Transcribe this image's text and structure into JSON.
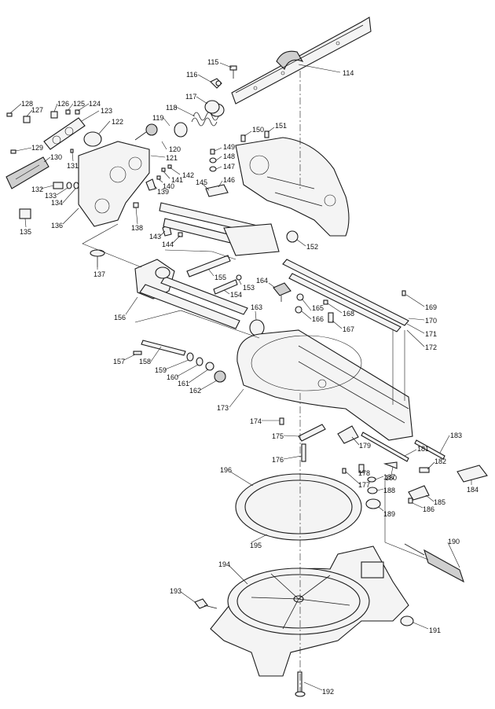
{
  "callouts": [
    {
      "id": "c114",
      "text": "114"
    },
    {
      "id": "c115",
      "text": "115"
    },
    {
      "id": "c116",
      "text": "116"
    },
    {
      "id": "c117",
      "text": "117"
    },
    {
      "id": "c118",
      "text": "118"
    },
    {
      "id": "c119",
      "text": "119"
    },
    {
      "id": "c120",
      "text": "120"
    },
    {
      "id": "c121",
      "text": "121"
    },
    {
      "id": "c122",
      "text": "122"
    },
    {
      "id": "c123",
      "text": "123"
    },
    {
      "id": "c124",
      "text": "124"
    },
    {
      "id": "c125",
      "text": "125"
    },
    {
      "id": "c126",
      "text": "126"
    },
    {
      "id": "c127",
      "text": "127"
    },
    {
      "id": "c128",
      "text": "128"
    },
    {
      "id": "c129",
      "text": "129"
    },
    {
      "id": "c130",
      "text": "130"
    },
    {
      "id": "c131",
      "text": "131"
    },
    {
      "id": "c132",
      "text": "132"
    },
    {
      "id": "c133",
      "text": "133"
    },
    {
      "id": "c134",
      "text": "134"
    },
    {
      "id": "c135",
      "text": "135"
    },
    {
      "id": "c136",
      "text": "136"
    },
    {
      "id": "c137",
      "text": "137"
    },
    {
      "id": "c138",
      "text": "138"
    },
    {
      "id": "c139",
      "text": "139"
    },
    {
      "id": "c140",
      "text": "140"
    },
    {
      "id": "c141",
      "text": "141"
    },
    {
      "id": "c142",
      "text": "142"
    },
    {
      "id": "c143",
      "text": "143"
    },
    {
      "id": "c144",
      "text": "144"
    },
    {
      "id": "c145",
      "text": "145"
    },
    {
      "id": "c146",
      "text": "146"
    },
    {
      "id": "c147",
      "text": "147"
    },
    {
      "id": "c148",
      "text": "148"
    },
    {
      "id": "c149",
      "text": "149"
    },
    {
      "id": "c150",
      "text": "150"
    },
    {
      "id": "c151",
      "text": "151"
    },
    {
      "id": "c152",
      "text": "152"
    },
    {
      "id": "c153",
      "text": "153"
    },
    {
      "id": "c154",
      "text": "154"
    },
    {
      "id": "c155",
      "text": "155"
    },
    {
      "id": "c156",
      "text": "156"
    },
    {
      "id": "c157",
      "text": "157"
    },
    {
      "id": "c158",
      "text": "158"
    },
    {
      "id": "c159",
      "text": "159"
    },
    {
      "id": "c160",
      "text": "160"
    },
    {
      "id": "c161",
      "text": "161"
    },
    {
      "id": "c162",
      "text": "162"
    },
    {
      "id": "c163",
      "text": "163"
    },
    {
      "id": "c164",
      "text": "164"
    },
    {
      "id": "c165",
      "text": "165"
    },
    {
      "id": "c166",
      "text": "166"
    },
    {
      "id": "c167",
      "text": "167"
    },
    {
      "id": "c168",
      "text": "168"
    },
    {
      "id": "c169",
      "text": "169"
    },
    {
      "id": "c170",
      "text": "170"
    },
    {
      "id": "c171",
      "text": "171"
    },
    {
      "id": "c172",
      "text": "172"
    },
    {
      "id": "c173",
      "text": "173"
    },
    {
      "id": "c174",
      "text": "174"
    },
    {
      "id": "c175",
      "text": "175"
    },
    {
      "id": "c176",
      "text": "176"
    },
    {
      "id": "c177",
      "text": "177"
    },
    {
      "id": "c178",
      "text": "178"
    },
    {
      "id": "c179",
      "text": "179"
    },
    {
      "id": "c180",
      "text": "180"
    },
    {
      "id": "c181",
      "text": "181"
    },
    {
      "id": "c182",
      "text": "182"
    },
    {
      "id": "c183",
      "text": "183"
    },
    {
      "id": "c184",
      "text": "184"
    },
    {
      "id": "c185",
      "text": "185"
    },
    {
      "id": "c186",
      "text": "186"
    },
    {
      "id": "c187",
      "text": "187"
    },
    {
      "id": "c188",
      "text": "188"
    },
    {
      "id": "c189",
      "text": "189"
    },
    {
      "id": "c190",
      "text": "190"
    },
    {
      "id": "c191",
      "text": "191"
    },
    {
      "id": "c192",
      "text": "192"
    },
    {
      "id": "c193",
      "text": "193"
    },
    {
      "id": "c194",
      "text": "194"
    },
    {
      "id": "c195",
      "text": "195"
    },
    {
      "id": "c196",
      "text": "196"
    }
  ]
}
